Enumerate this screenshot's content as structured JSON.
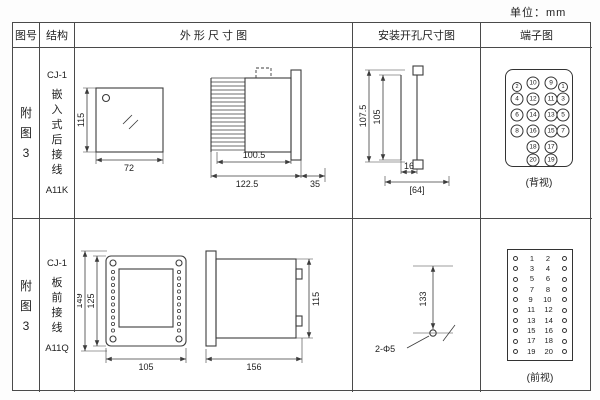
{
  "unit_label": "单位：mm",
  "header": {
    "fig_no": "图号",
    "structure": "结构",
    "outline": "外 形 尺 寸 图",
    "mounting": "安装开孔尺寸图",
    "terminal": "端子图"
  },
  "row1": {
    "fig_no": "附图3",
    "structure_model": "CJ-1",
    "structure_desc": "嵌入式后接线",
    "structure_code": "A11K",
    "outline_dims": {
      "height": "115",
      "width": "72",
      "depth_case": "100.5",
      "depth_total": "122.5",
      "flange": "35"
    },
    "mounting_dims": {
      "h1": "107.5",
      "h2": "105",
      "w1": "16",
      "w2": "[64]"
    },
    "terminal_view": "(背视)",
    "terminals": [
      "2",
      "10",
      "9",
      "1",
      "4",
      "12",
      "11",
      "3",
      "6",
      "14",
      "13",
      "5",
      "8",
      "16",
      "15",
      "7",
      "18",
      "17",
      "20",
      "19"
    ]
  },
  "row2": {
    "fig_no": "附图3",
    "structure_model": "CJ-1",
    "structure_desc": "板前接线",
    "structure_code": "A11Q",
    "outline_dims": {
      "h1": "149",
      "h2": "125",
      "w1": "105",
      "w2": "156",
      "h3": "115"
    },
    "mounting_dims": {
      "h": "133",
      "holes": "2-Φ5"
    },
    "terminal_view": "(前视)",
    "terminals": [
      "1",
      "2",
      "3",
      "4",
      "5",
      "6",
      "7",
      "8",
      "9",
      "10",
      "11",
      "12",
      "13",
      "14",
      "15",
      "16",
      "17",
      "18",
      "19",
      "20"
    ]
  }
}
